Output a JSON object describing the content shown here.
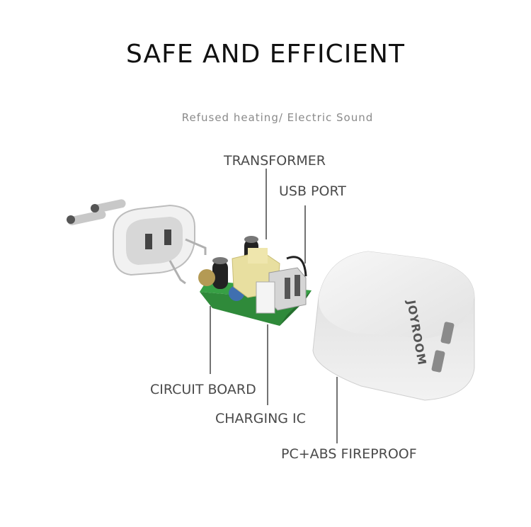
{
  "heading": "SAFE AND EFFICIENT",
  "subheading": "Refused heating/ Electric Sound",
  "labels": {
    "transformer": "TRANSFORMER",
    "usb_port": "USB PORT",
    "circuit_board": "CIRCUIT BOARD",
    "charging_ic": "CHARGING IC",
    "pc_abs": "PC+ABS FIREPROOF"
  },
  "brand": "JOYROOM",
  "colors": {
    "pcb": "#2f8a3a",
    "transformer": "#e8dfa0",
    "case": "#e9e9e9"
  }
}
